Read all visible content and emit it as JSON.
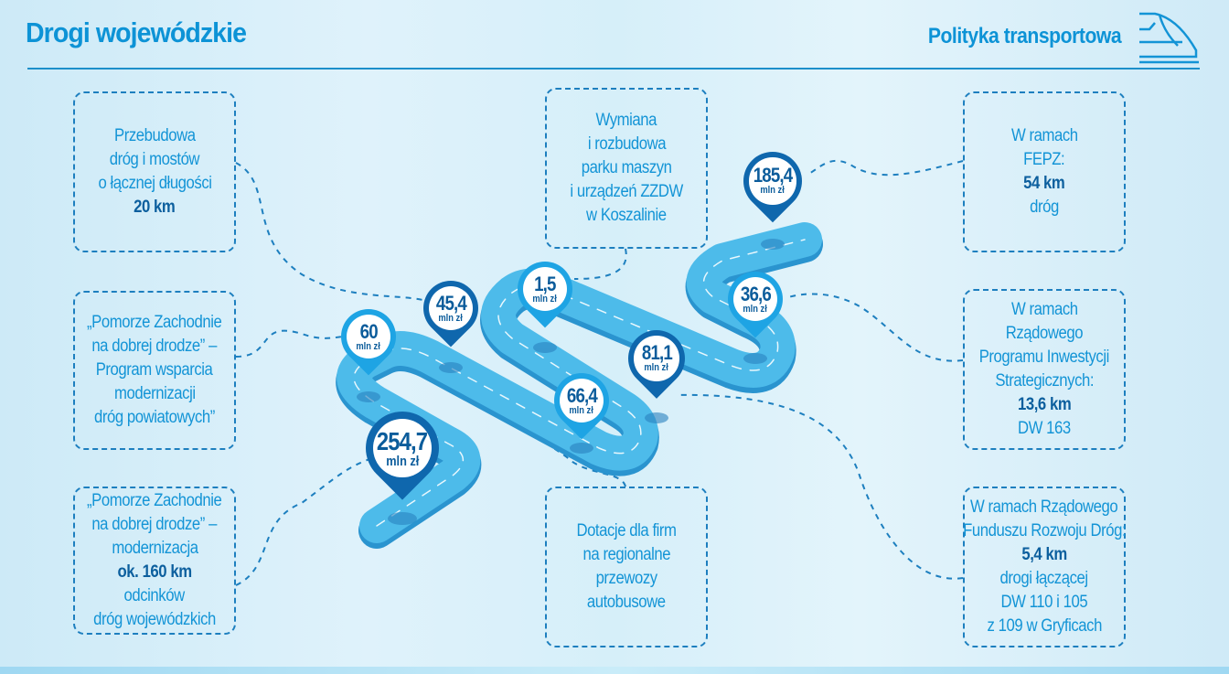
{
  "header": {
    "title": "Drogi wojewódzkie",
    "section": "Polityka transportowa",
    "icon": "train-icon"
  },
  "colors": {
    "accent": "#0d93d6",
    "dark": "#0c5f9e",
    "road": "#45b7e8",
    "pin_light": "#1ea4e4",
    "pin_dark": "#0f67ad"
  },
  "boxes": [
    {
      "lines": [
        "Przebudowa",
        "dróg i mostów",
        "o łącznej długości"
      ],
      "bold": [
        "20 km"
      ],
      "after": []
    },
    {
      "lines": [
        "„Pomorze Zachodnie",
        "na dobrej drodze” –",
        "Program wsparcia",
        "modernizacji",
        "dróg powiatowych”"
      ],
      "bold": [],
      "after": []
    },
    {
      "lines": [
        "„Pomorze Zachodnie",
        "na dobrej drodze” –",
        "modernizacja"
      ],
      "bold": [
        "ok. 160 km"
      ],
      "after": [
        "odcinków",
        "dróg wojewódzkich"
      ]
    },
    {
      "lines": [
        "Wymiana",
        "i rozbudowa",
        "parku maszyn",
        "i urządzeń ZZDW",
        "w Koszalinie"
      ],
      "bold": [],
      "after": []
    },
    {
      "lines": [
        "Dotacje dla firm",
        "na regionalne",
        "przewozy",
        "autobusowe"
      ],
      "bold": [],
      "after": []
    },
    {
      "lines": [
        "W ramach",
        "FEPZ:"
      ],
      "bold": [
        "54 km"
      ],
      "after": [
        "dróg"
      ]
    },
    {
      "lines": [
        "W ramach",
        "Rządowego",
        "Programu Inwestycji",
        "Strategicznych:"
      ],
      "bold": [
        "13,6 km"
      ],
      "after": [
        "DW 163"
      ]
    },
    {
      "lines": [
        "W ramach Rządowego",
        "Funduszu Rozwoju Dróg:"
      ],
      "bold": [
        "5,4 km"
      ],
      "after": [
        "drogi łączącej",
        "DW 110 i 105",
        "z 109 w Gryficach"
      ]
    }
  ],
  "pins": [
    {
      "value": "254,7",
      "unit": "mln zł",
      "tone": "dark"
    },
    {
      "value": "60",
      "unit": "mln zł",
      "tone": "light"
    },
    {
      "value": "45,4",
      "unit": "mln zł",
      "tone": "dark"
    },
    {
      "value": "1,5",
      "unit": "mln zł",
      "tone": "light"
    },
    {
      "value": "66,4",
      "unit": "mln zł",
      "tone": "light"
    },
    {
      "value": "81,1",
      "unit": "mln zł",
      "tone": "dark"
    },
    {
      "value": "36,6",
      "unit": "mln zł",
      "tone": "light"
    },
    {
      "value": "185,4",
      "unit": "mln zł",
      "tone": "dark"
    }
  ]
}
